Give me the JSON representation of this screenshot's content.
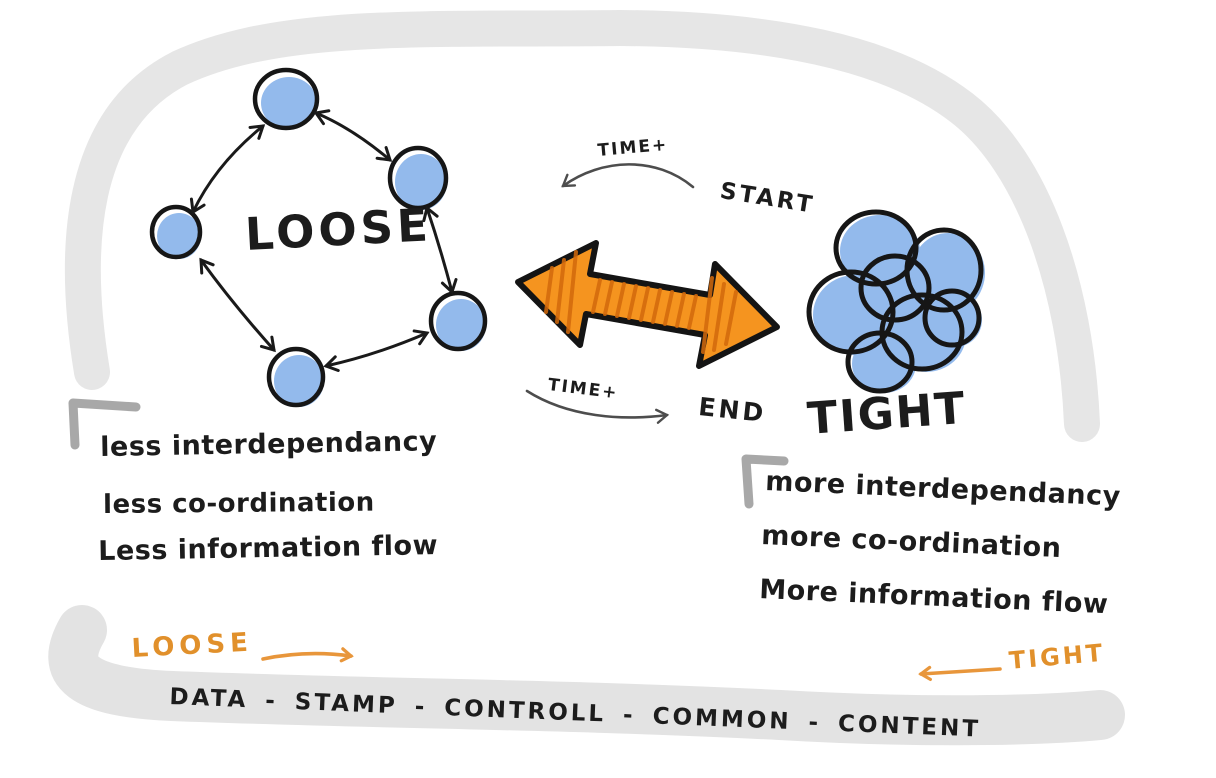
{
  "colors": {
    "ink": "#1a1a1a",
    "accent_orange": "#f0911f",
    "label_orange": "#e1902b",
    "node_blue": "#93baec",
    "band_gray": "#e6e6e6",
    "bracket_gray": "#a8a8a8"
  },
  "loose_cluster": {
    "label": "LOOSE",
    "node_count": 5,
    "notes": {
      "line1": "less interdependancy",
      "line2": "less co-ordination",
      "line3": "Less information flow"
    }
  },
  "tight_cluster": {
    "label": "TIGHT",
    "notes": {
      "line1": "more interdependancy",
      "line2": "more co-ordination",
      "line3": "More information flow"
    }
  },
  "timeline": {
    "time_back_label": "TIME+",
    "start_label": "START",
    "time_forward_label": "TIME+",
    "end_label": "END"
  },
  "spectrum": {
    "loose_label": "LOOSE",
    "tight_label": "TIGHT",
    "coupling_types": "DATA - STAMP - CONTROLL - COMMON - CONTENT"
  }
}
